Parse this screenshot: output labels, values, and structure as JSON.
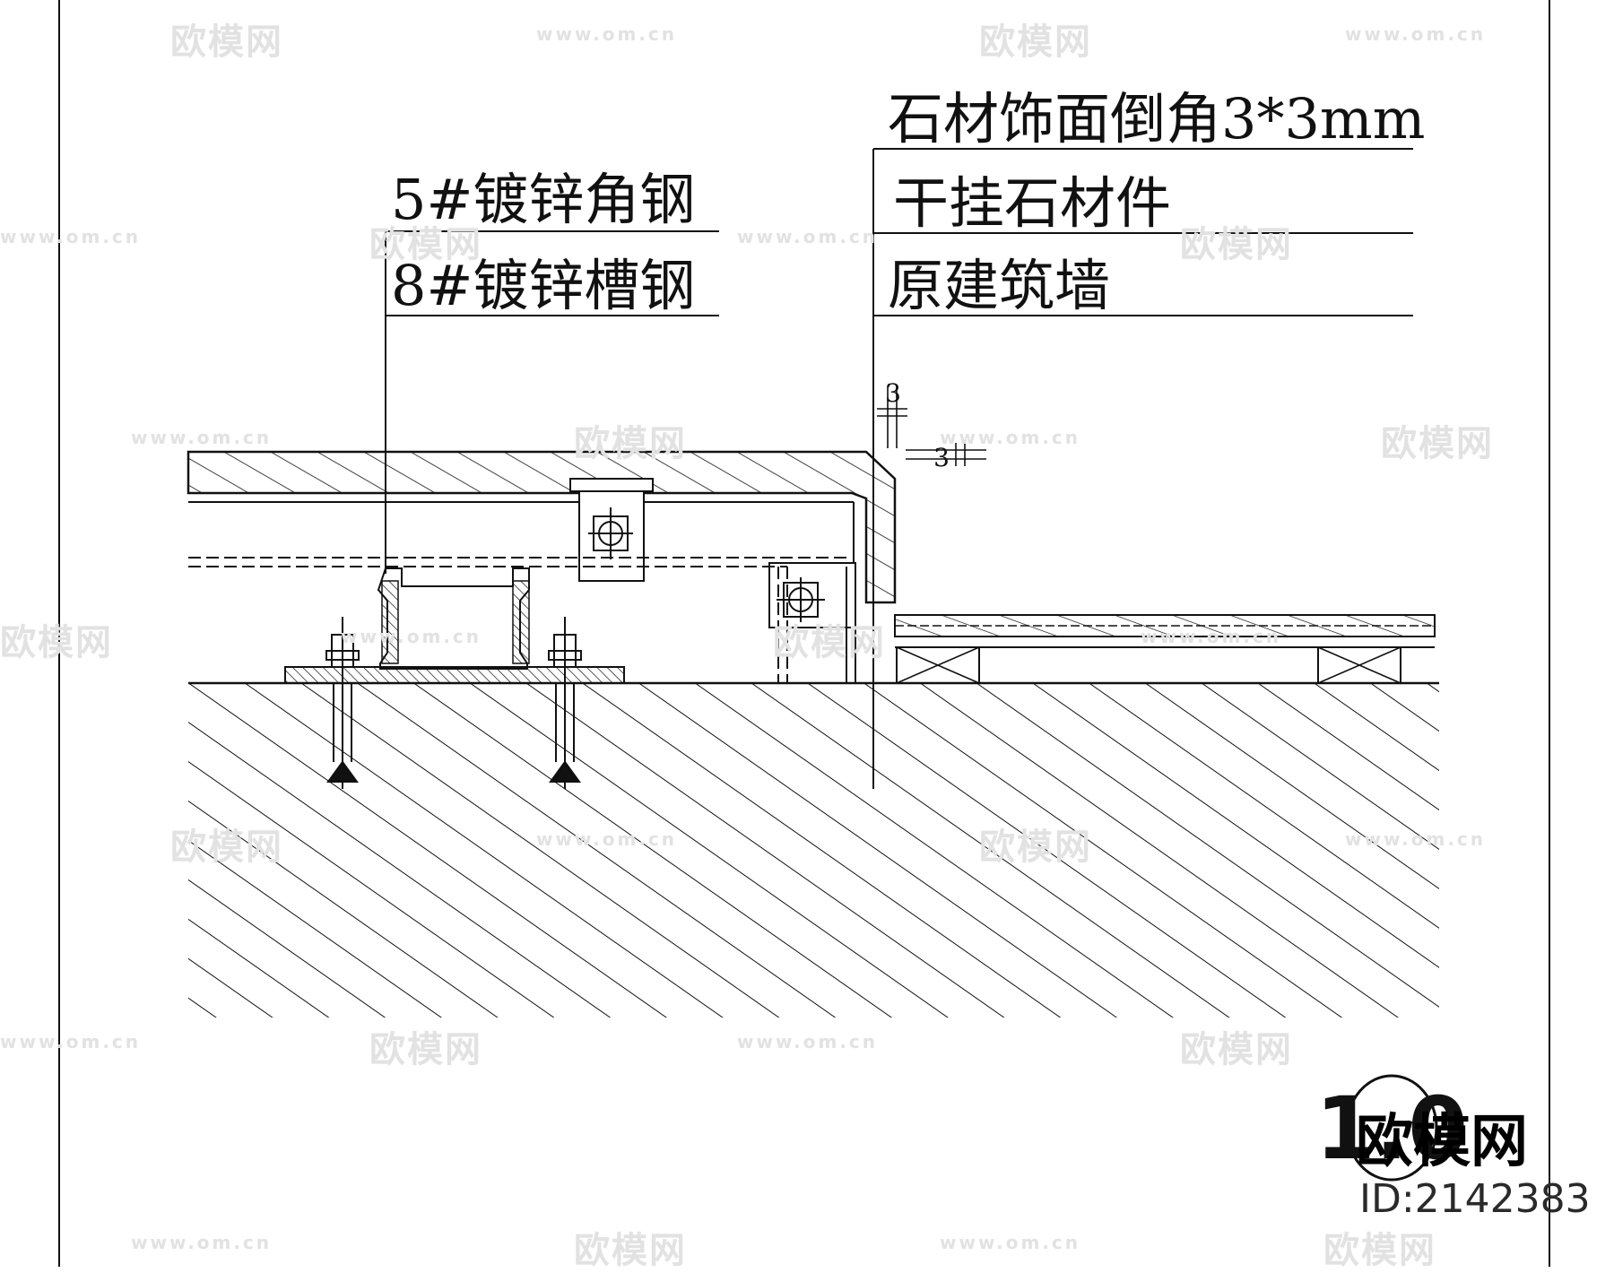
{
  "callouts": {
    "left": [
      "5#镀锌角钢",
      "8#镀锌槽钢"
    ],
    "right": [
      "石材饰面倒角3*3mm",
      "干挂石材件",
      "原建筑墙"
    ]
  },
  "dimensions": {
    "chamfer_vertical": "3",
    "chamfer_horizontal": "3"
  },
  "detail_marker": "1.0",
  "watermark": {
    "logo": "欧模网",
    "url": "www.om.cn"
  },
  "brand": {
    "logo": "欧模网",
    "id": "ID:2142383"
  }
}
